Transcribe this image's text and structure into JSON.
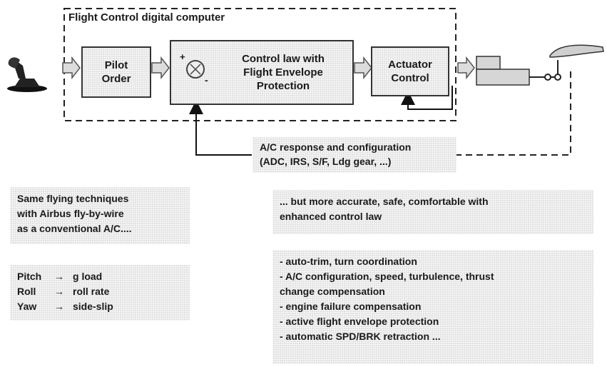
{
  "frame": {
    "title": "Flight Control digital computer"
  },
  "blocks": {
    "pilot_order": "Pilot Order",
    "control_law": "Control law with Flight Envelope Protection",
    "actuator_control": "Actuator Control",
    "response": [
      "A/C response and configuration",
      "(ADC, IRS, S/F, Ldg gear, ...)"
    ]
  },
  "summer": {
    "plus": "+",
    "minus": "-"
  },
  "left_panel": {
    "intro": [
      "Same flying techniques",
      "with Airbus fly-by-wire",
      "as a conventional A/C...."
    ],
    "mappings": [
      {
        "axis": "Pitch",
        "arrow": "→",
        "result": "g load"
      },
      {
        "axis": "Roll",
        "arrow": "→",
        "result": "roll rate"
      },
      {
        "axis": "Yaw",
        "arrow": "→",
        "result": "side-slip"
      }
    ]
  },
  "right_panel": {
    "intro": [
      "... but more accurate, safe, comfortable with",
      "enhanced  control law"
    ],
    "features": [
      "- auto-trim, turn coordination",
      "- A/C configuration, speed, turbulence, thrust",
      "change compensation",
      "- engine failure compensation",
      "- active flight envelope protection",
      "- automatic SPD/BRK retraction ..."
    ]
  }
}
